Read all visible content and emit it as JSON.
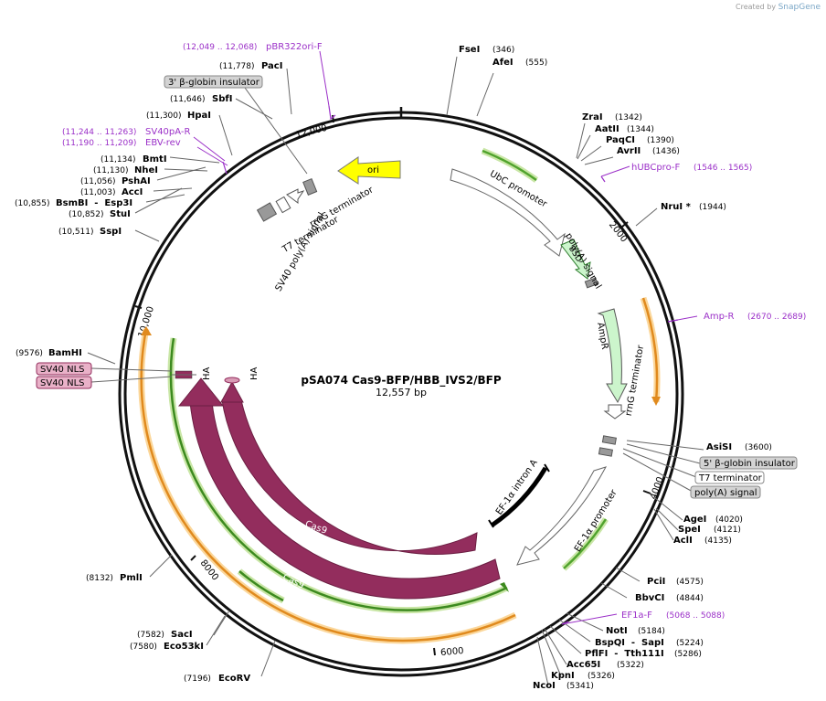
{
  "credit": {
    "prefix": "Created by",
    "brand": "SnapGene"
  },
  "plasmid": {
    "name": "pSA074 Cas9-BFP/HBB_IVS2/BFP",
    "length_label": "12,557 bp"
  },
  "ticks": [
    "12,000",
    "2000",
    "4000",
    "6000",
    "8000",
    "10,000"
  ],
  "sites": [
    {
      "name": "FseI",
      "pos": "(346)",
      "bold": true
    },
    {
      "name": "AfeI",
      "pos": "(555)",
      "bold": true
    },
    {
      "name": "ZraI",
      "pos": "(1342)",
      "bold": true
    },
    {
      "name": "AatII",
      "pos": "(1344)",
      "bold": true
    },
    {
      "name": "PaqCI",
      "pos": "(1390)",
      "bold": true
    },
    {
      "name": "AvrII",
      "pos": "(1436)",
      "bold": true
    },
    {
      "name": "NruI *",
      "pos": "(1944)",
      "bold": true
    },
    {
      "name": "AsiSI",
      "pos": "(3600)",
      "bold": true
    },
    {
      "name": "AgeI",
      "pos": "(4020)",
      "bold": true
    },
    {
      "name": "SpeI",
      "pos": "(4121)",
      "bold": true
    },
    {
      "name": "AclI",
      "pos": "(4135)",
      "bold": true
    },
    {
      "name": "PciI",
      "pos": "(4575)",
      "bold": true
    },
    {
      "name": "BbvCI",
      "pos": "(4844)",
      "bold": true
    },
    {
      "name": "NotI",
      "pos": "(5184)",
      "bold": true
    },
    {
      "name": "BspQI  -  SapI",
      "pos": "(5224)",
      "bold": true
    },
    {
      "name": "PflFI  -  Tth111I",
      "pos": "(5286)",
      "bold": true
    },
    {
      "name": "Acc65I",
      "pos": "(5322)",
      "bold": true
    },
    {
      "name": "KpnI",
      "pos": "(5326)",
      "bold": true
    },
    {
      "name": "NcoI",
      "pos": "(5341)",
      "bold": true
    },
    {
      "name": "EcoRV",
      "pos": "(7196)",
      "bold": true
    },
    {
      "name": "SacI",
      "pos": "(7582)",
      "bold": true
    },
    {
      "name": "Eco53kI",
      "pos": "(7580)",
      "bold": true
    },
    {
      "name": "PmlI",
      "pos": "(8132)",
      "bold": true
    },
    {
      "name": "BamHI",
      "pos": "(9576)",
      "bold": true
    },
    {
      "name": "SspI",
      "pos": "(10,511)",
      "bold": true
    },
    {
      "name": "StuI",
      "pos": "(10,852)",
      "bold": true
    },
    {
      "name": "BsmBI  -  Esp3I",
      "pos": "(10,855)",
      "bold": true
    },
    {
      "name": "AccI",
      "pos": "(11,003)",
      "bold": true
    },
    {
      "name": "PshAI",
      "pos": "(11,056)",
      "bold": true
    },
    {
      "name": "NheI",
      "pos": "(11,130)",
      "bold": true
    },
    {
      "name": "BmtI",
      "pos": "(11,134)",
      "bold": true
    },
    {
      "name": "HpaI",
      "pos": "(11,300)",
      "bold": true
    },
    {
      "name": "SbfI",
      "pos": "(11,646)",
      "bold": true
    },
    {
      "name": "PacI",
      "pos": "(11,778)",
      "bold": true
    }
  ],
  "primers": [
    {
      "name": "pBR322ori-F",
      "range": "(12,049 .. 12,068)"
    },
    {
      "name": "SV40pA-R",
      "range": "(11,244 .. 11,263)"
    },
    {
      "name": "EBV-rev",
      "range": "(11,190 .. 11,209)"
    },
    {
      "name": "hUBCpro-F",
      "range": "(1546 .. 1565)"
    },
    {
      "name": "Amp-R",
      "range": "(2670 .. 2689)"
    },
    {
      "name": "EF1a-F",
      "range": "(5068 .. 5088)"
    }
  ],
  "boxed_labels": [
    "3' β-globin insulator",
    "5' β-globin insulator",
    "T7 terminator",
    "poly(A) signal",
    "SV40 NLS",
    "SV40 NLS"
  ],
  "features": [
    "ori",
    "UbC promoter",
    "BSD",
    "poly(A) signal",
    "AmpR",
    "rrnG terminator",
    "EF-1α intron A",
    "EF-1α promoter",
    "Cas9",
    "Cas9",
    "HA",
    "HA",
    "SV40 poly(A) signal",
    "rrnG terminator",
    "T7 terminator"
  ],
  "colors": {
    "ori": "#ffff00",
    "ampr": "#ccf5cc",
    "cas9": "#932d5d",
    "primer": "#9b30c8",
    "orange": "#f2a93b",
    "green": "#50a32d"
  }
}
